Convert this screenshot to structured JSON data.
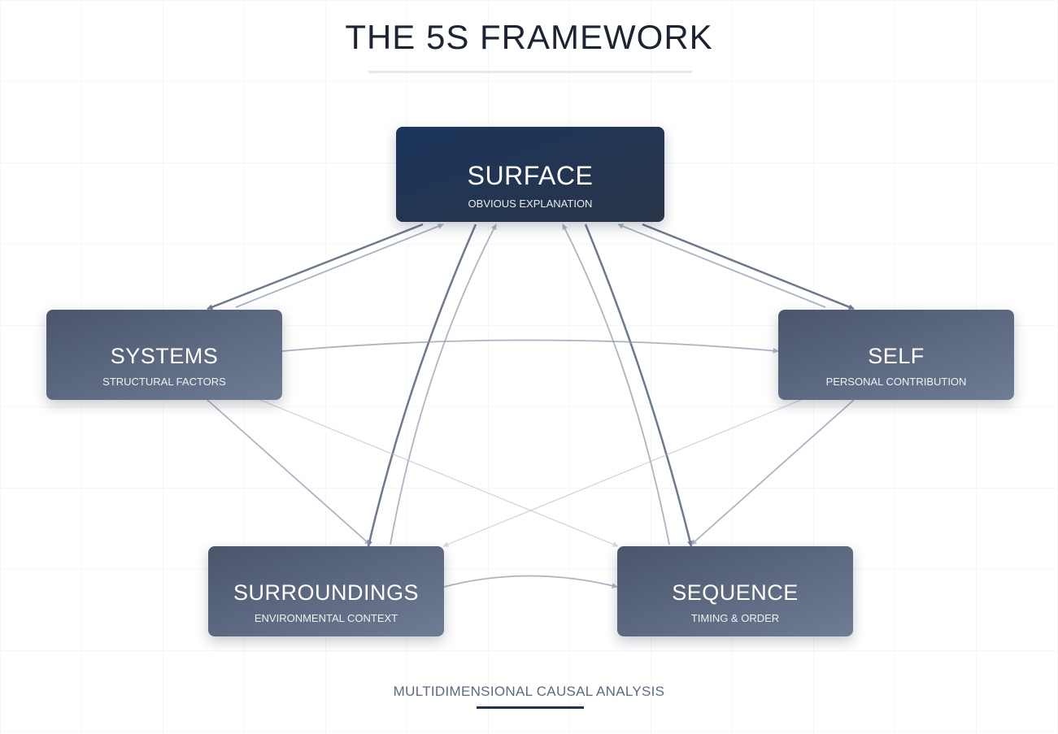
{
  "title": "THE 5S FRAMEWORK",
  "nodes": {
    "surface": {
      "name": "SURFACE",
      "subtitle": "OBVIOUS EXPLANATION"
    },
    "systems": {
      "name": "SYSTEMS",
      "subtitle": "STRUCTURAL FACTORS"
    },
    "self": {
      "name": "SELF",
      "subtitle": "PERSONAL CONTRIBUTION"
    },
    "surroundings": {
      "name": "SURROUNDINGS",
      "subtitle": "ENVIRONMENTAL CONTEXT"
    },
    "sequence": {
      "name": "SEQUENCE",
      "subtitle": "TIMING & ORDER"
    }
  },
  "edges": [
    {
      "from": "surface",
      "to": "systems",
      "weight": "strong"
    },
    {
      "from": "systems",
      "to": "surface",
      "weight": "medium"
    },
    {
      "from": "surface",
      "to": "surroundings",
      "weight": "strong"
    },
    {
      "from": "surroundings",
      "to": "surface",
      "weight": "medium"
    },
    {
      "from": "surface",
      "to": "sequence",
      "weight": "strong"
    },
    {
      "from": "sequence",
      "to": "surface",
      "weight": "medium"
    },
    {
      "from": "surface",
      "to": "self",
      "weight": "strong"
    },
    {
      "from": "self",
      "to": "surface",
      "weight": "medium"
    },
    {
      "from": "systems",
      "to": "self",
      "weight": "medium"
    },
    {
      "from": "systems",
      "to": "surroundings",
      "weight": "medium"
    },
    {
      "from": "systems",
      "to": "sequence",
      "weight": "weak"
    },
    {
      "from": "self",
      "to": "surroundings",
      "weight": "weak"
    },
    {
      "from": "self",
      "to": "sequence",
      "weight": "medium"
    },
    {
      "from": "surroundings",
      "to": "sequence",
      "weight": "medium"
    }
  ],
  "footer": "MULTIDIMENSIONAL CAUSAL ANALYSIS"
}
